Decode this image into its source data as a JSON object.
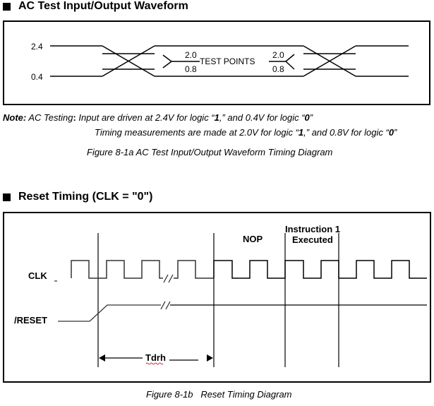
{
  "section_a": {
    "heading": "AC Test Input/Output Waveform",
    "levels": {
      "high": "2.4",
      "low": "0.4"
    },
    "test_points": {
      "upper": "2.0",
      "lower": "0.8",
      "label": "TEST POINTS"
    },
    "note": {
      "prefix": "Note:",
      "line1_label": "AC Testing",
      "line1_sep": ":",
      "line1_text_a": " Input are driven at 2.4V for logic “",
      "line1_b1": "1",
      "line1_text_b": ",” and 0.4V for logic “",
      "line1_b2": "0",
      "line1_text_c": "”",
      "line2_text_a": "Timing measurements are made at 2.0V for logic “",
      "line2_b1": "1",
      "line2_text_b": ",” and 0.8V for logic “",
      "line2_b2": "0",
      "line2_text_c": "”"
    },
    "caption": "Figure 8-1a AC Test Input/Output Waveform Timing Diagram"
  },
  "section_b": {
    "heading": "Reset Timing (CLK = \"0\")",
    "signals": {
      "clk": "CLK",
      "reset": "/RESET"
    },
    "phases": {
      "nop": "NOP",
      "instr_line1": "Instruction 1",
      "instr_line2": "Executed"
    },
    "timing_param": "Tdrh",
    "caption": "Figure 8-1b   Reset Timing Diagram"
  },
  "colors": {
    "ink": "#000000",
    "grey_line": "#555555",
    "spell_underline": "#d00000"
  }
}
